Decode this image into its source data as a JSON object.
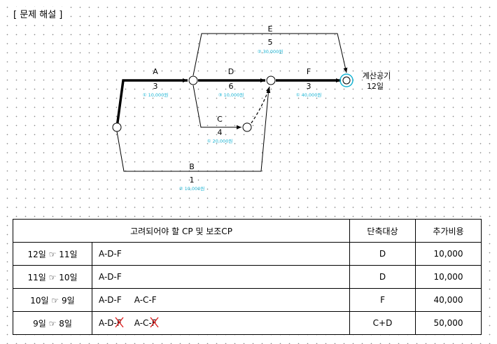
{
  "title": "[ 문제 해설 ]",
  "network": {
    "activities": [
      {
        "name": "A",
        "duration": "3",
        "note": "① 10,000원"
      },
      {
        "name": "D",
        "duration": "6",
        "note": "③ 10,000원"
      },
      {
        "name": "F",
        "duration": "3",
        "note": "① 40,000원"
      },
      {
        "name": "E",
        "duration": "5",
        "note": "② 30,000원"
      },
      {
        "name": "C",
        "duration": "4",
        "note": "① 20,000원"
      },
      {
        "name": "B",
        "duration": "1",
        "note": "② 10,000원"
      }
    ],
    "end_label_1": "계산공기",
    "end_label_2": "12일",
    "colors": {
      "critical": "#000000",
      "note": "#17b3d3",
      "end_ring": "#17b3d3"
    }
  },
  "table": {
    "headers": {
      "path": "고려되어야 할 CP 및 보조CP",
      "target": "단축대상",
      "cost": "추가비용"
    },
    "rows": [
      {
        "from": "12일",
        "to": "11일",
        "paths": [
          "A-D-F"
        ],
        "target": "D",
        "cost": "10,000"
      },
      {
        "from": "11일",
        "to": "10일",
        "paths": [
          "A-D-F"
        ],
        "target": "D",
        "cost": "10,000"
      },
      {
        "from": "10일",
        "to": "9일",
        "paths": [
          "A-D-F",
          "A-C-F"
        ],
        "target": "F",
        "cost": "40,000"
      },
      {
        "from": "9일",
        "to": "8일",
        "paths": [
          "A-D-F",
          "A-C-F"
        ],
        "target": "C+D",
        "cost": "50,000"
      }
    ],
    "pointer_symbol": "☞",
    "struck_activity": "F"
  }
}
